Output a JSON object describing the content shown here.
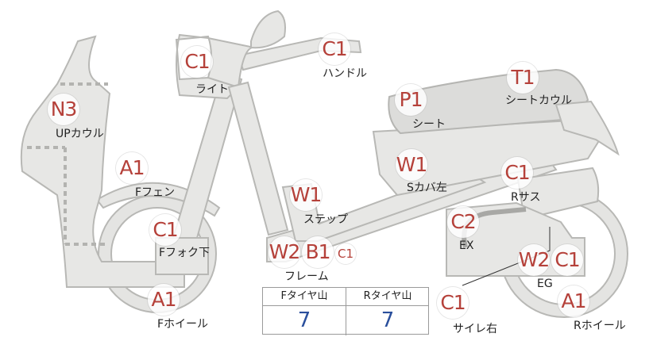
{
  "parts": [
    {
      "id": "light",
      "code": "C1",
      "label": "ライト"
    },
    {
      "id": "handle",
      "code": "C1",
      "label": "ハンドル"
    },
    {
      "id": "up-cowl",
      "code": "N3",
      "label": "UPカウル"
    },
    {
      "id": "seat",
      "code": "P1",
      "label": "シート"
    },
    {
      "id": "seat-cowl",
      "code": "T1",
      "label": "シートカウル"
    },
    {
      "id": "f-fender",
      "code": "A1",
      "label": "Fフェン"
    },
    {
      "id": "s-cover-left",
      "code": "W1",
      "label": "Sカバ左"
    },
    {
      "id": "step",
      "code": "W1",
      "label": "ステップ"
    },
    {
      "id": "r-suspension",
      "code": "C1",
      "label": "Rサス"
    },
    {
      "id": "f-fork-lower",
      "code": "C1",
      "label": "Fフォク下"
    },
    {
      "id": "exhaust",
      "code": "C2",
      "label": "EX"
    },
    {
      "id": "frame",
      "codes": [
        "W2",
        "B1",
        "C1"
      ],
      "label": "フレーム"
    },
    {
      "id": "engine",
      "codes": [
        "W2",
        "C1"
      ],
      "label": "EG"
    },
    {
      "id": "f-wheel",
      "code": "A1",
      "label": "Fホイール"
    },
    {
      "id": "muffler-right",
      "code": "C1",
      "label": "サイレ右"
    },
    {
      "id": "r-wheel",
      "code": "A1",
      "label": "Rホイール"
    }
  ],
  "tyre_tread": {
    "front_header": "Fタイヤ山",
    "rear_header": "Rタイヤ山",
    "front_value": "7",
    "rear_value": "7"
  },
  "colors": {
    "code_text": "#b5413a",
    "tread_value": "#2a4f9c",
    "part_fill": "#e7e7e5",
    "part_outline": "#b8b8b5"
  }
}
